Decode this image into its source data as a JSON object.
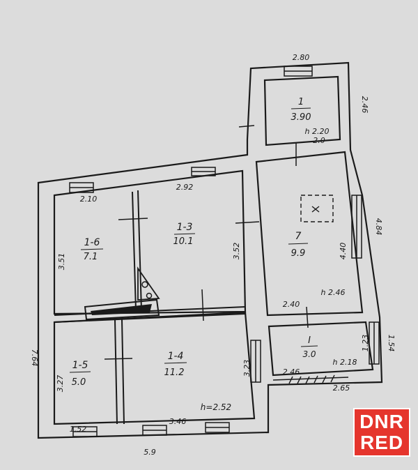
{
  "plan": {
    "rooms": [
      {
        "id": "r1",
        "number": "1",
        "area": "3.90",
        "height": "h 2.20"
      },
      {
        "id": "r16",
        "number": "1-6",
        "area": "7.1",
        "height": ""
      },
      {
        "id": "r13",
        "number": "1-3",
        "area": "10.1",
        "height": ""
      },
      {
        "id": "r7",
        "number": "7",
        "area": "9.9",
        "height": "h 2.46"
      },
      {
        "id": "r15",
        "number": "1-5",
        "area": "5.0",
        "height": ""
      },
      {
        "id": "r14",
        "number": "1-4",
        "area": "11.2",
        "height": "h=2.52"
      },
      {
        "id": "rI",
        "number": "I",
        "area": "3.0",
        "height": "h 2.18"
      }
    ],
    "dimensions": {
      "d_280": "2.80",
      "d_246": "2.46",
      "d_20": "2.0",
      "d_292": "2.92",
      "d_210": "2.10",
      "d_351": "3.51",
      "d_352": "3.52",
      "d_440": "4.40",
      "d_484": "4.84",
      "d_240": "2.40",
      "d_764": "7.64",
      "d_327": "3.27",
      "d_323": "3.23",
      "d_123": "1.23",
      "d_154": "1.54",
      "d_246b": "2.46",
      "d_265": "2.65",
      "d_152": "1.52",
      "d_346": "3.46",
      "d_59": "5.9"
    }
  },
  "watermark": {
    "line1": "DNR",
    "line2": "RED",
    "bg_color": "#e5352d"
  },
  "colors": {
    "paper": "#dcdcdc",
    "ink": "#1a1a1a"
  }
}
